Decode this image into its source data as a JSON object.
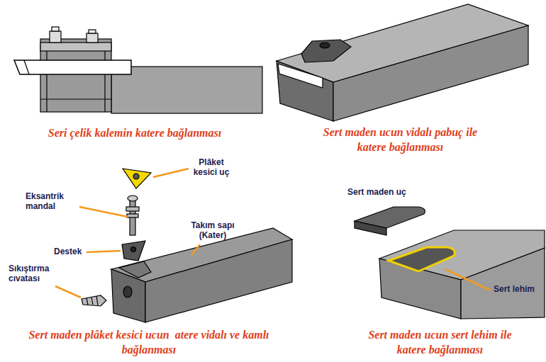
{
  "diagram": {
    "labels": [
      "Seri çelik kalemin katere bağlanması",
      "Sert maden ucun vidalı pabuç ile katere bağlanması",
      "Plâket kesici uç",
      "Eksantrik mandal",
      "Takım sapı (Kater)",
      "Destek",
      "Sıkıştırma cıvatası",
      "Sert maden plâket kesici ucun  atere vidalı ve kamlı bağlanması",
      "Sert maden uç",
      "Sert lehim",
      "Sert maden ucun sert lehim ile katere bağlanması"
    ]
  }
}
